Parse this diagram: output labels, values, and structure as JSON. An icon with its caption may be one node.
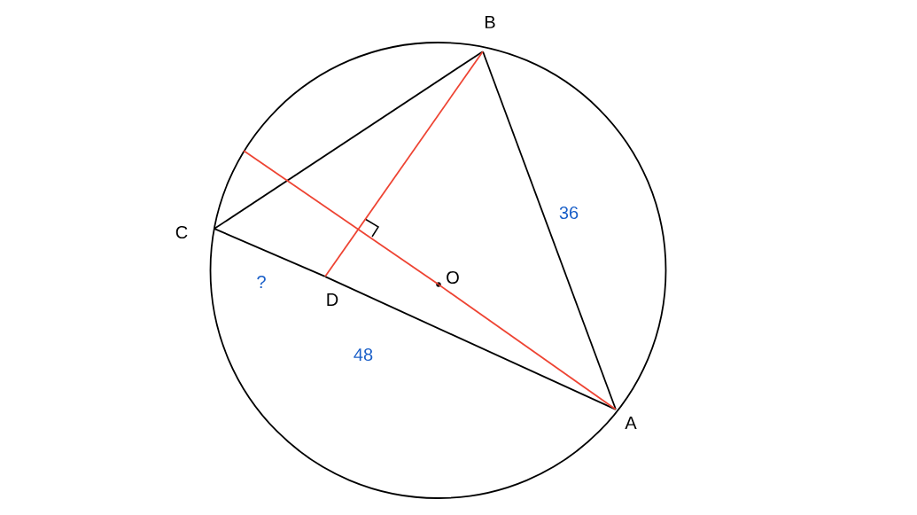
{
  "diagram": {
    "nodes": [
      {
        "text": [
          "B"
        ]
      },
      {
        "text": [
          "A"
        ]
      },
      {
        "text": [
          "C"
        ]
      },
      {
        "text": [
          "D"
        ]
      },
      {
        "text": [
          "O"
        ]
      }
    ],
    "edges": [
      {
        "from": 2,
        "to": 0,
        "arrow": "none"
      },
      {
        "from": 0,
        "to": 1,
        "arrow": "none",
        "label": "36"
      },
      {
        "from": 2,
        "to": 3,
        "arrow": "none",
        "label": "?"
      },
      {
        "from": 3,
        "to": 1,
        "arrow": "none",
        "label": "48"
      },
      {
        "from": 0,
        "to": 3,
        "arrow": "none",
        "color": "#ee4433"
      },
      {
        "from": null,
        "to": 4,
        "arrow": "none",
        "color": "#ee4433"
      },
      {
        "from": 4,
        "to": 1,
        "arrow": "none",
        "color": "#ee4433"
      }
    ]
  }
}
